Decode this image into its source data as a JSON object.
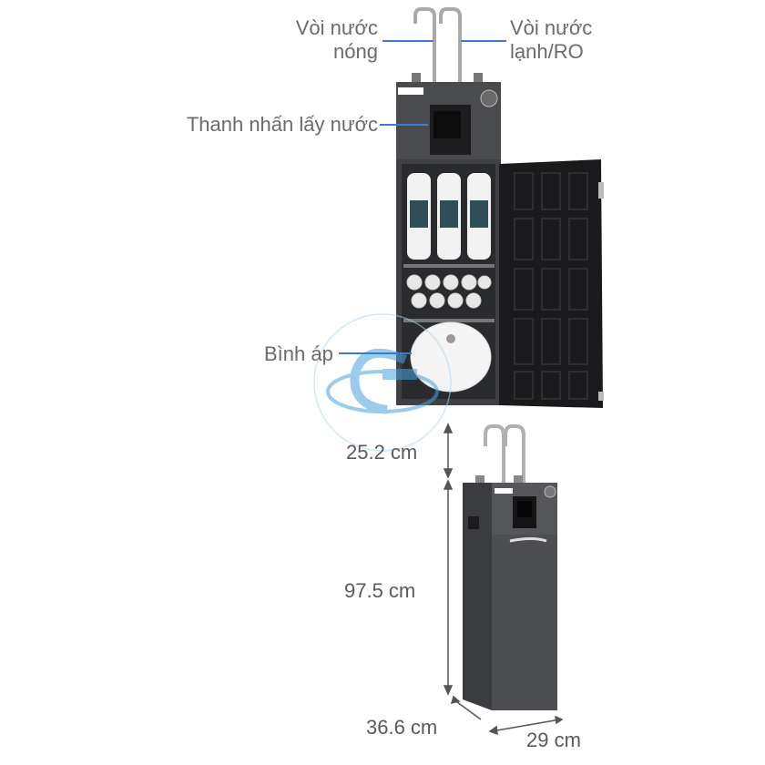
{
  "callouts": {
    "hot_faucet": [
      "Vòi nước",
      "nóng"
    ],
    "cold_faucet": [
      "Vòi nước",
      "lạnh/RO"
    ],
    "dispense_button": "Thanh nhấn lấy nước",
    "pressure_tank": "Bình áp"
  },
  "dimensions": {
    "faucet_height": "25.2 cm",
    "body_height": "97.5 cm",
    "depth": "36.6 cm",
    "width": "29 cm"
  },
  "colors": {
    "callout_line": "#3a7bd5",
    "cabinet": "#4a4b4f",
    "door": "#1a1a1c",
    "filter": "#f2f2f2",
    "label_text": "#6b6b6b"
  },
  "icons": {
    "logo": "watermark-logo"
  }
}
